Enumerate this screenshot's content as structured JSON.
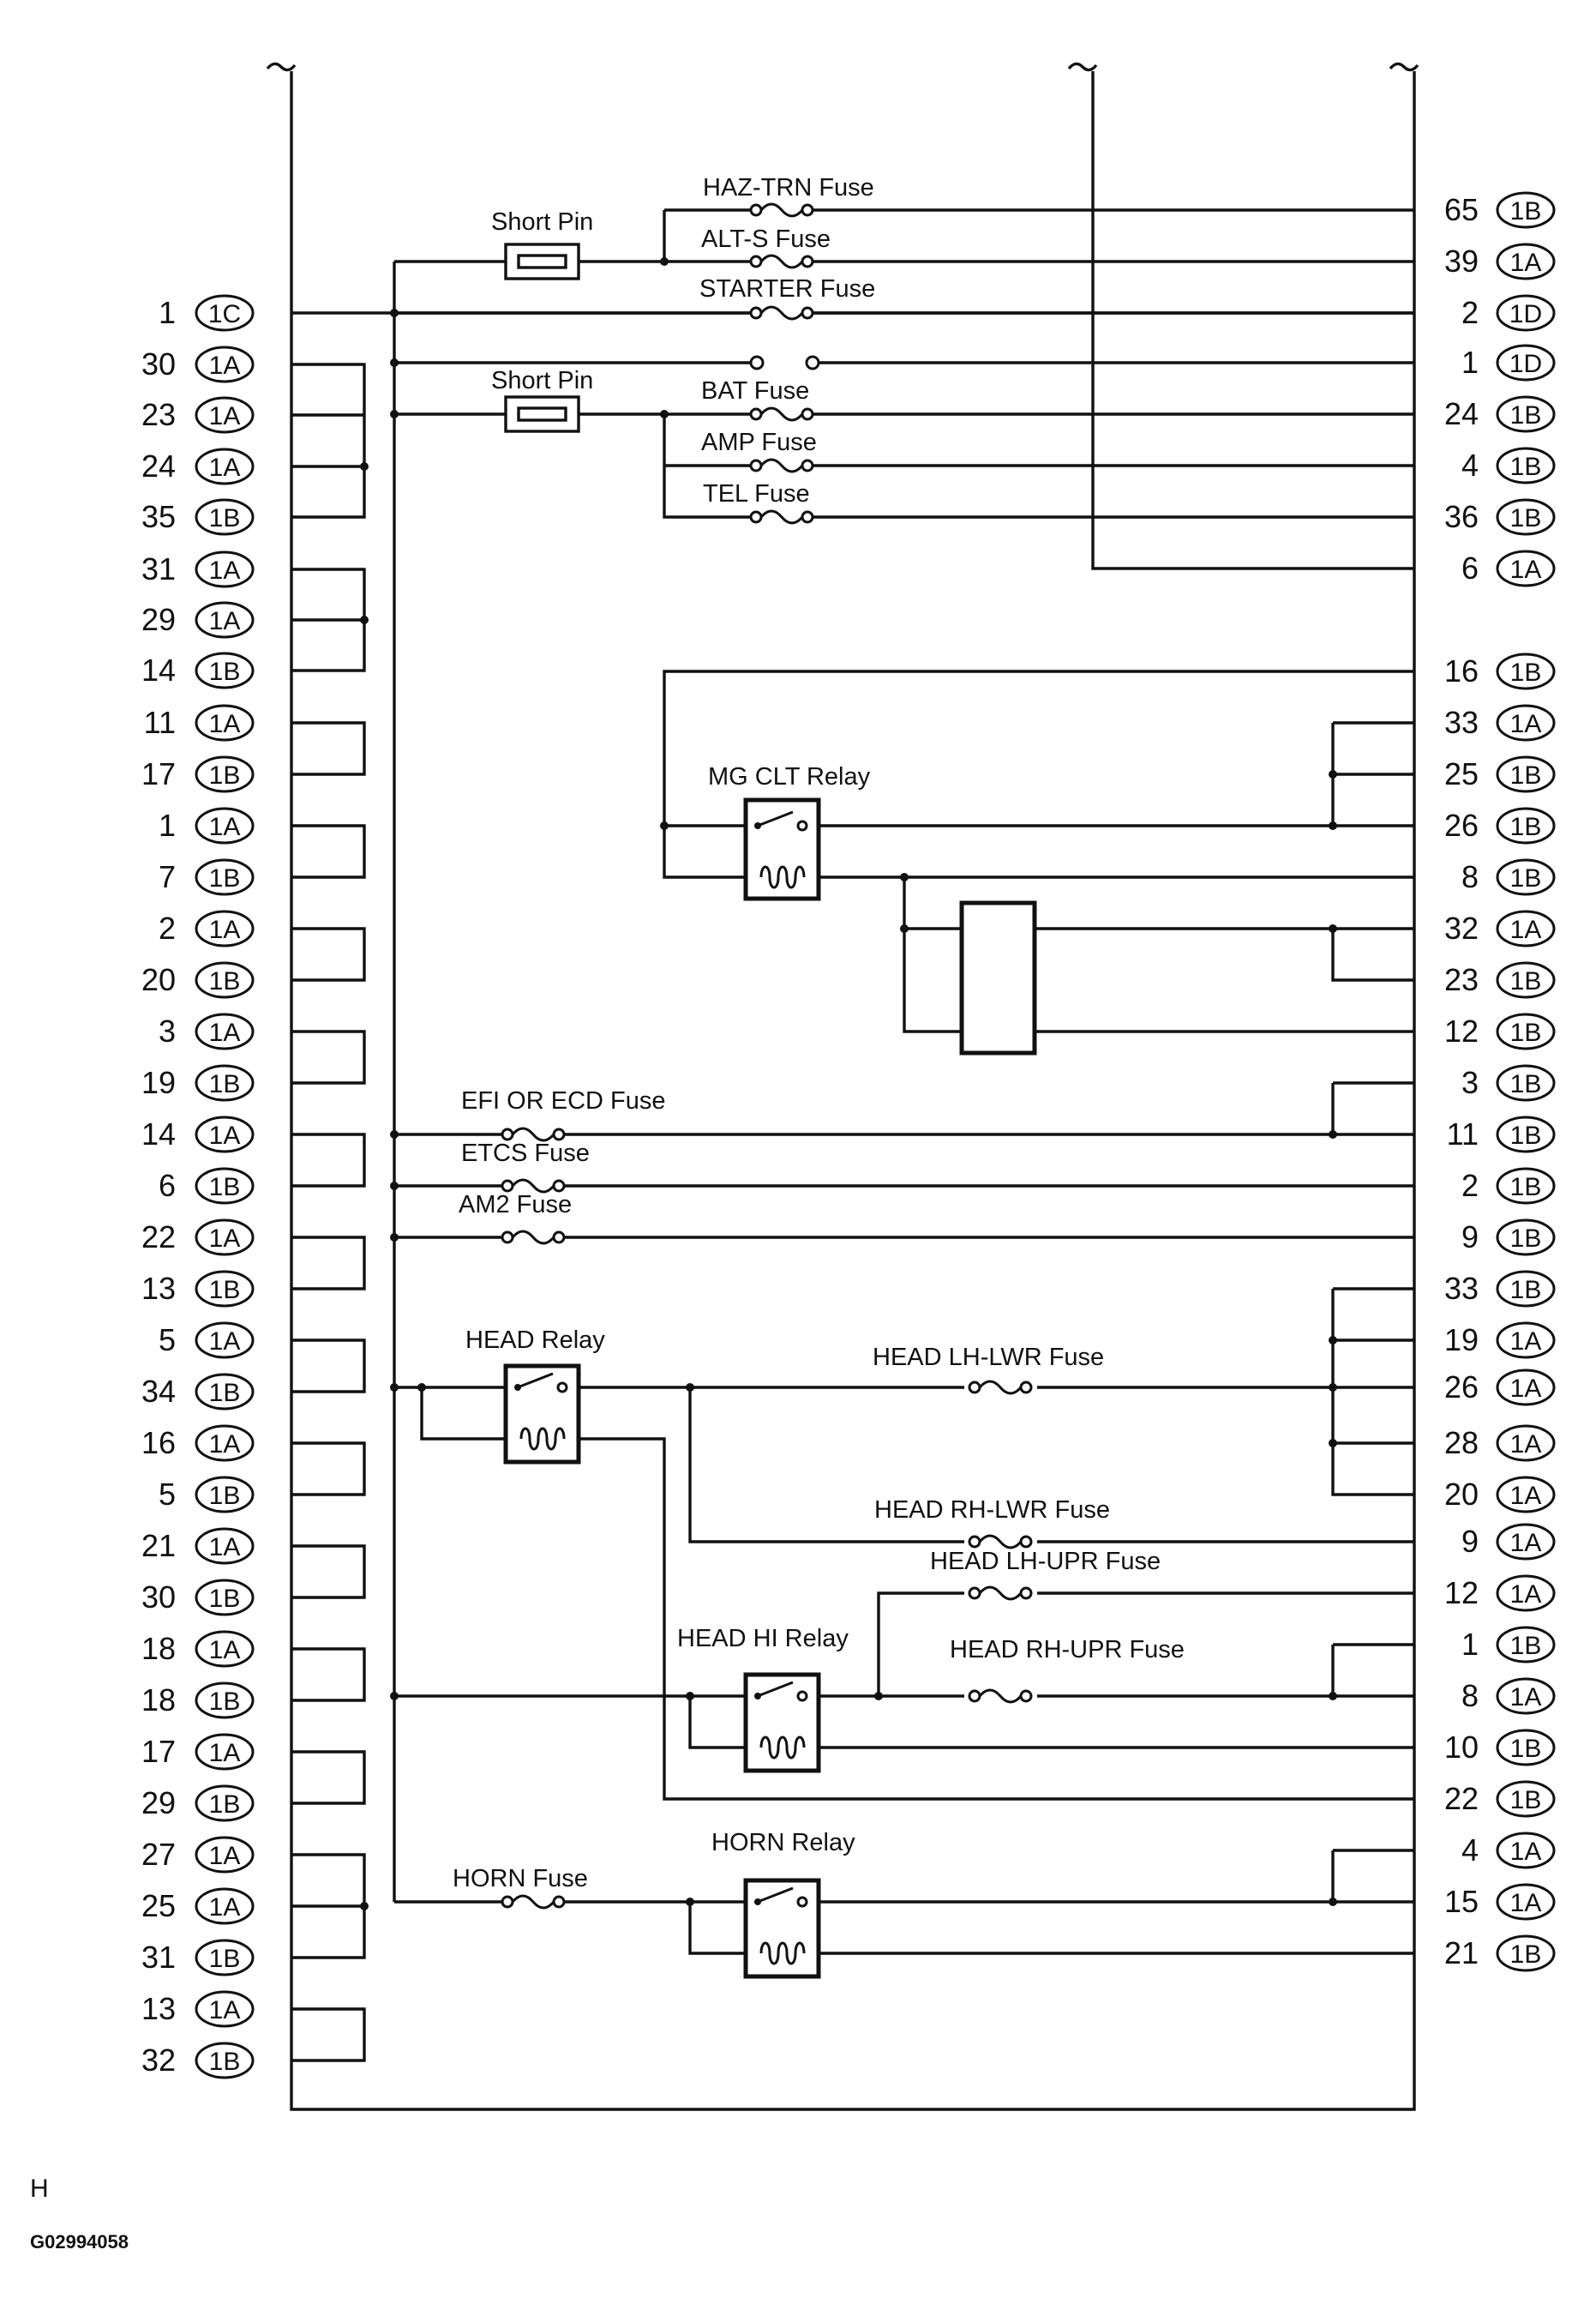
{
  "left_terminals": [
    {
      "pin": "1",
      "connector": "1C"
    },
    {
      "pin": "30",
      "connector": "1A"
    },
    {
      "pin": "23",
      "connector": "1A"
    },
    {
      "pin": "24",
      "connector": "1A"
    },
    {
      "pin": "35",
      "connector": "1B"
    },
    {
      "pin": "31",
      "connector": "1A"
    },
    {
      "pin": "29",
      "connector": "1A"
    },
    {
      "pin": "14",
      "connector": "1B"
    },
    {
      "pin": "11",
      "connector": "1A"
    },
    {
      "pin": "17",
      "connector": "1B"
    },
    {
      "pin": "1",
      "connector": "1A"
    },
    {
      "pin": "7",
      "connector": "1B"
    },
    {
      "pin": "2",
      "connector": "1A"
    },
    {
      "pin": "20",
      "connector": "1B"
    },
    {
      "pin": "3",
      "connector": "1A"
    },
    {
      "pin": "19",
      "connector": "1B"
    },
    {
      "pin": "14",
      "connector": "1A"
    },
    {
      "pin": "6",
      "connector": "1B"
    },
    {
      "pin": "22",
      "connector": "1A"
    },
    {
      "pin": "13",
      "connector": "1B"
    },
    {
      "pin": "5",
      "connector": "1A"
    },
    {
      "pin": "34",
      "connector": "1B"
    },
    {
      "pin": "16",
      "connector": "1A"
    },
    {
      "pin": "5",
      "connector": "1B"
    },
    {
      "pin": "21",
      "connector": "1A"
    },
    {
      "pin": "30",
      "connector": "1B"
    },
    {
      "pin": "18",
      "connector": "1A"
    },
    {
      "pin": "18",
      "connector": "1B"
    },
    {
      "pin": "17",
      "connector": "1A"
    },
    {
      "pin": "29",
      "connector": "1B"
    },
    {
      "pin": "27",
      "connector": "1A"
    },
    {
      "pin": "25",
      "connector": "1A"
    },
    {
      "pin": "31",
      "connector": "1B"
    },
    {
      "pin": "13",
      "connector": "1A"
    },
    {
      "pin": "32",
      "connector": "1B"
    }
  ],
  "right_terminals": [
    {
      "pin": "65",
      "connector": "1B"
    },
    {
      "pin": "39",
      "connector": "1A"
    },
    {
      "pin": "2",
      "connector": "1D"
    },
    {
      "pin": "1",
      "connector": "1D"
    },
    {
      "pin": "24",
      "connector": "1B"
    },
    {
      "pin": "4",
      "connector": "1B"
    },
    {
      "pin": "36",
      "connector": "1B"
    },
    {
      "pin": "6",
      "connector": "1A"
    },
    {
      "pin": "16",
      "connector": "1B"
    },
    {
      "pin": "33",
      "connector": "1A"
    },
    {
      "pin": "25",
      "connector": "1B"
    },
    {
      "pin": "26",
      "connector": "1B"
    },
    {
      "pin": "8",
      "connector": "1B"
    },
    {
      "pin": "32",
      "connector": "1A"
    },
    {
      "pin": "23",
      "connector": "1B"
    },
    {
      "pin": "12",
      "connector": "1B"
    },
    {
      "pin": "3",
      "connector": "1B"
    },
    {
      "pin": "11",
      "connector": "1B"
    },
    {
      "pin": "2",
      "connector": "1B"
    },
    {
      "pin": "9",
      "connector": "1B"
    },
    {
      "pin": "33",
      "connector": "1B"
    },
    {
      "pin": "19",
      "connector": "1A"
    },
    {
      "pin": "26",
      "connector": "1A"
    },
    {
      "pin": "28",
      "connector": "1A"
    },
    {
      "pin": "20",
      "connector": "1A"
    },
    {
      "pin": "9",
      "connector": "1A"
    },
    {
      "pin": "12",
      "connector": "1A"
    },
    {
      "pin": "1",
      "connector": "1B"
    },
    {
      "pin": "8",
      "connector": "1A"
    },
    {
      "pin": "10",
      "connector": "1B"
    },
    {
      "pin": "22",
      "connector": "1B"
    },
    {
      "pin": "4",
      "connector": "1A"
    },
    {
      "pin": "15",
      "connector": "1A"
    },
    {
      "pin": "21",
      "connector": "1B"
    }
  ],
  "labels": {
    "haz_trn": "HAZ-TRN  Fuse",
    "alt_s": "ALT-S  Fuse",
    "starter": "STARTER Fuse",
    "short_pin_1": "Short Pin",
    "short_pin_2": "Short Pin",
    "bat": "BAT Fuse",
    "amp": "AMP Fuse",
    "tel": "TEL Fuse",
    "mg_clt": "MG CLT Relay",
    "efi": "EFI OR ECD Fuse",
    "etcs": "ETCS Fuse",
    "am2": "AM2 Fuse",
    "head_relay": "HEAD Relay",
    "head_lh_lwr": "HEAD  LH-LWR Fuse",
    "head_rh_lwr": "HEAD  RH-LWR Fuse",
    "head_lh_upr": "HEAD LH-UPR Fuse",
    "head_hi_relay": "HEAD HI Relay",
    "head_rh_upr": "HEAD RH-UPR Fuse",
    "horn_relay": "HORN Relay",
    "horn_fuse": "HORN Fuse"
  },
  "footer": {
    "letter": "H",
    "code": "G02994058"
  }
}
